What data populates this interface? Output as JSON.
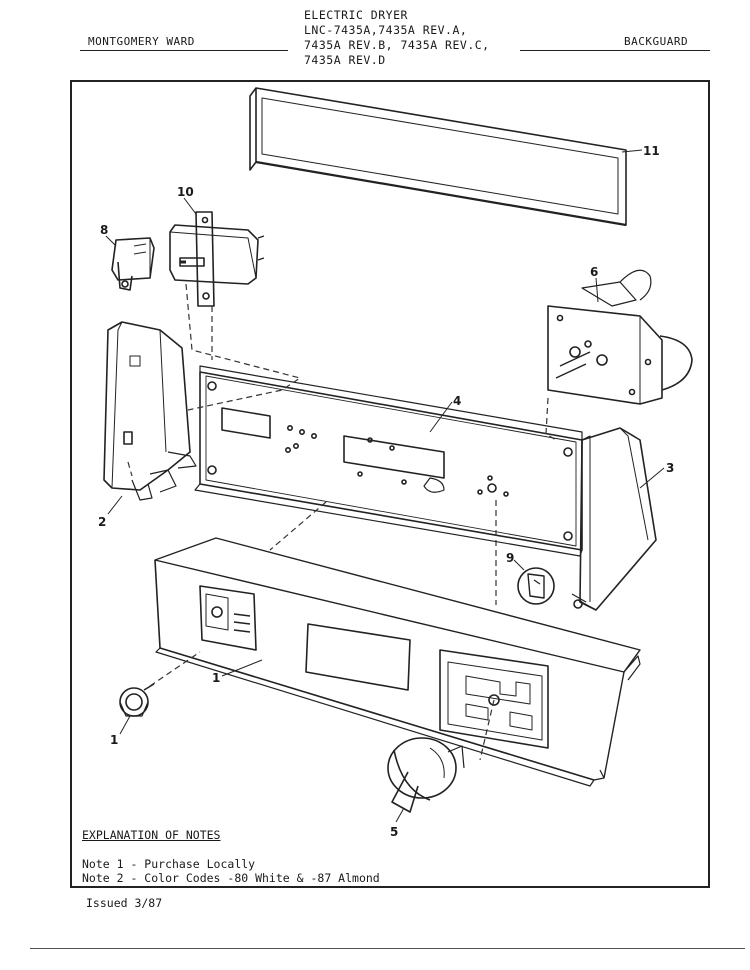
{
  "header": {
    "brand": "MONTGOMERY WARD",
    "section": "BACKGUARD",
    "title_lines": [
      "ELECTRIC DRYER",
      "LNC-7435A,7435A REV.A,",
      "7435A REV.B, 7435A REV.C,",
      "7435A REV.D"
    ]
  },
  "callouts": [
    "1",
    "1",
    "2",
    "3",
    "4",
    "5",
    "6",
    "8",
    "9",
    "10",
    "11"
  ],
  "notes": {
    "heading": "EXPLANATION OF NOTES",
    "items": [
      "Note 1 - Purchase Locally",
      "Note 2 - Color Codes -80 White & -87 Almond"
    ]
  },
  "footer": {
    "issued": "Issued 3/87"
  }
}
